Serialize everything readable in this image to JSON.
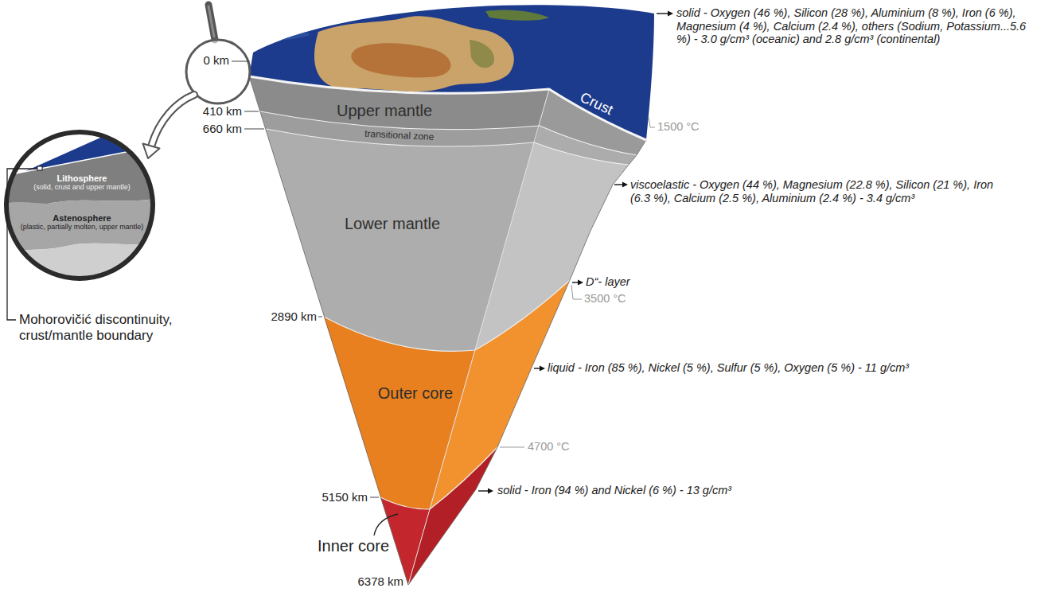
{
  "diagram": {
    "nodes": [
      {
        "text": [
          "Crust"
        ]
      },
      {
        "text": [
          "Upper mantle"
        ]
      },
      {
        "text": [
          "transitional zone"
        ]
      },
      {
        "text": [
          "Lower mantle"
        ]
      },
      {
        "text": [
          "Outer core"
        ]
      },
      {
        "text": [
          "Inner core"
        ]
      },
      {
        "text": [
          "Lithosphere",
          "(solid, crust and upper mantle)"
        ]
      },
      {
        "text": [
          "Astenosphere",
          "(plastic, partially molten, upper mantle)"
        ]
      }
    ],
    "labels": [
      "0 km",
      "410 km",
      "660 km",
      "2890 km",
      "5150 km",
      "6378 km",
      "Mohorovičić discontinuity, crust/mantle boundary",
      "solid - Oxygen (46 %), Silicon (28 %), Aluminium (8 %), Iron (6 %), Magnesium (4 %), Calcium (2.4 %), others (Sodium, Potassium...5.6 %) - 3.0 g/cm³ (oceanic) and 2.8 g/cm³ (continental)",
      "1500 °C",
      "viscoelastic - Oxygen (44 %), Magnesium (22.8 %), Silicon (21 %), Iron (6.3 %), Calcium (2.5 %), Aluminium (2.4 %) - 3.4 g/cm³",
      "D“- layer",
      "3500 °C",
      "liquid - Iron (85 %), Nickel (5 %), Sulfur (5 %), Oxygen (5 %) - 11 g/cm³",
      "4700 °C",
      "solid - Iron (94 %) and Nickel (6 %) - 13 g/cm³"
    ]
  }
}
